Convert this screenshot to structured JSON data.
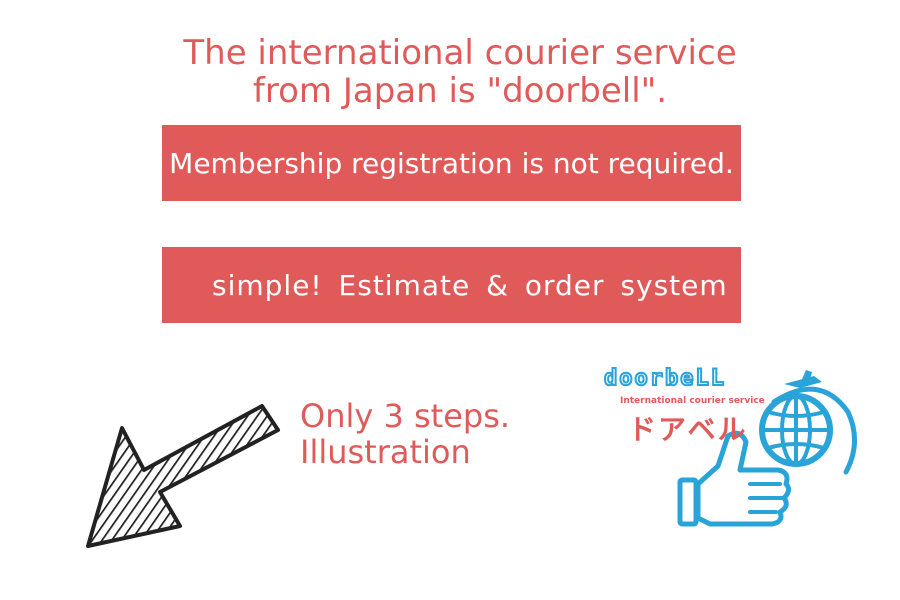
{
  "headline": {
    "line1": "The international courier service",
    "line2": "from Japan is \"doorbell\"."
  },
  "banners": {
    "membership": "Membership registration is not required.",
    "estimate": "simple! Estimate & order system"
  },
  "steps": {
    "line1": "Only 3 steps.",
    "line2": "Illustration"
  },
  "logo": {
    "wordmark": "doorbeLL",
    "tagline": "International courier service",
    "katakana": "ドアベル"
  },
  "colors": {
    "accent_red": "#e05a5a",
    "logo_blue": "#29a3d8",
    "arrow_ink": "#222222"
  },
  "icons": [
    "hand-drawn-arrow-icon",
    "thumbs-up-icon",
    "globe-icon"
  ]
}
